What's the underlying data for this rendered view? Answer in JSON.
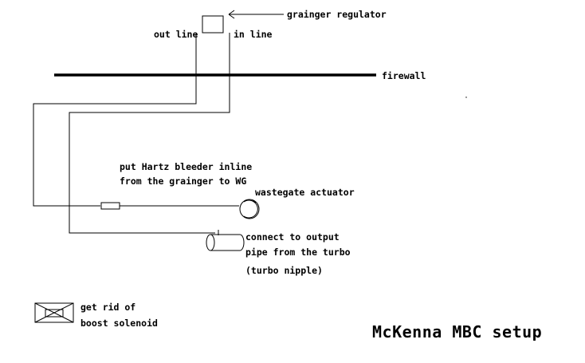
{
  "diagram": {
    "labels": {
      "regulator": "grainger regulator",
      "out_line": "out line",
      "in_line": "in line",
      "firewall": "firewall",
      "bleeder_line1": "put Hartz bleeder inline",
      "bleeder_line2": "from the grainger to WG",
      "wastegate": "wastegate actuator",
      "output_line1": "connect to output",
      "output_line2": "pipe from the turbo",
      "output_line3": "(turbo nipple)",
      "solenoid_line1": "get rid of",
      "solenoid_line2": "boost solenoid"
    },
    "title": "McKenna MBC setup"
  },
  "colors": {
    "ink": "#000000",
    "background": "#ffffff"
  }
}
